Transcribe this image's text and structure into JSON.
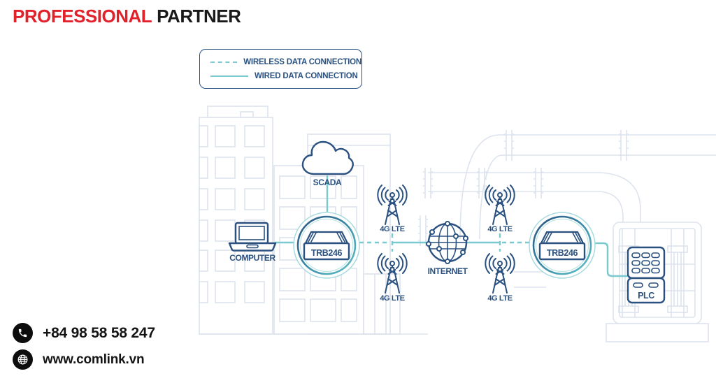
{
  "brand": {
    "highlight": "PROFESSIONAL",
    "rest": "PARTNER"
  },
  "legend": {
    "items": [
      {
        "style": "dashed",
        "label": "WIRELESS DATA CONNECTION"
      },
      {
        "style": "solid",
        "label": "WIRED DATA CONNECTION"
      }
    ]
  },
  "diagram": {
    "labels": {
      "computer": "COMPUTER",
      "scada": "SCADA",
      "gateway_left": "TRB246",
      "gateway_right": "TRB246",
      "internet": "INTERNET",
      "plc": "PLC"
    },
    "towers": [
      {
        "label": "4G LTE"
      },
      {
        "label": "4G LTE"
      },
      {
        "label": "4G LTE"
      },
      {
        "label": "4G LTE"
      }
    ]
  },
  "contact": {
    "phone": "+84 98 58 58 247",
    "website": "www.comlink.vn"
  },
  "colors": {
    "brand_red": "#e2222a",
    "diagram_blue": "#2a5180",
    "connection_teal": "#79c9ce",
    "outline_gray": "#dde3ed",
    "contact_black": "#0d0d0d"
  }
}
